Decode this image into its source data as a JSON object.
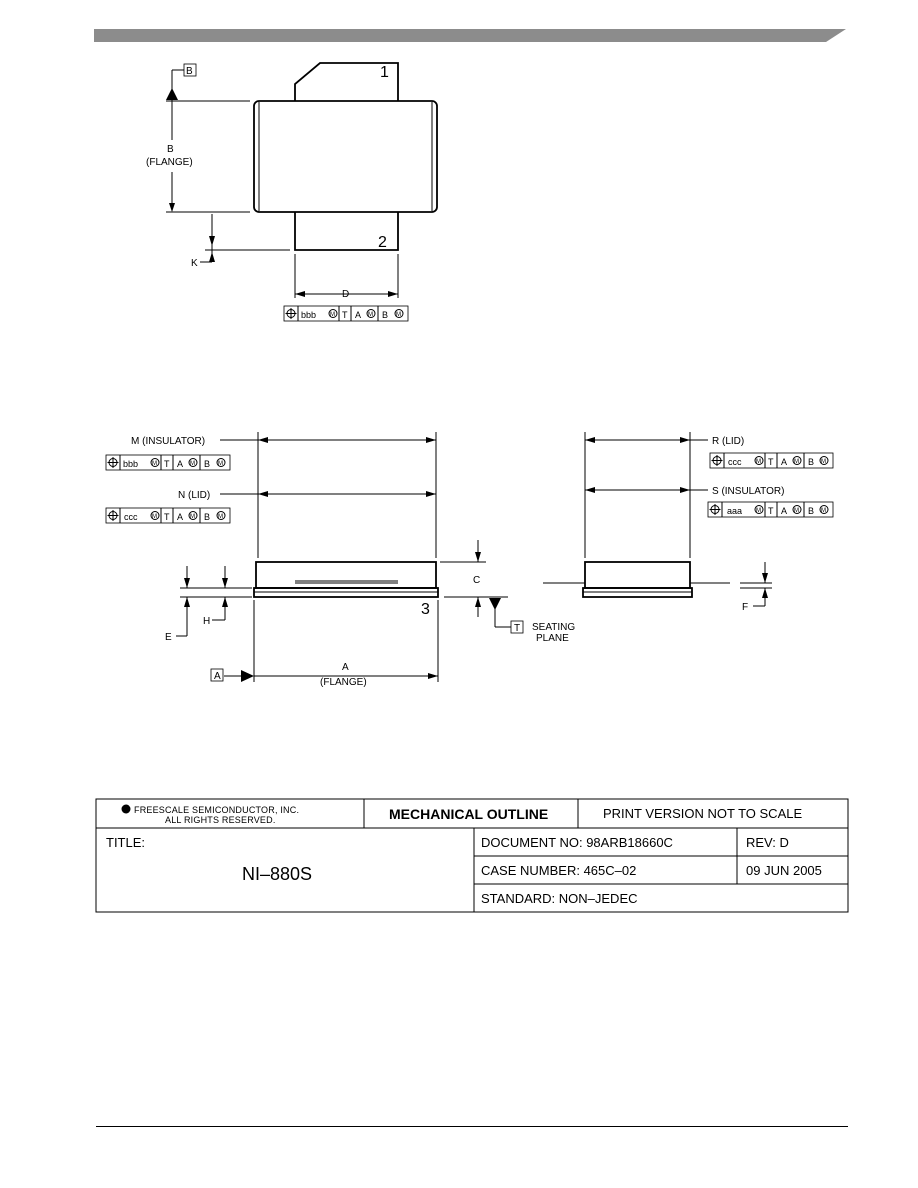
{
  "views": {
    "top": {
      "datum_b": "B",
      "dim_b": "B",
      "dim_b_sub": "(FLANGE)",
      "pin1": "1",
      "pin2": "2",
      "dim_k": "K",
      "dim_d": "D",
      "fcf": [
        "bbb",
        "T",
        "A",
        "B"
      ]
    },
    "front": {
      "dim_m": "M (INSULATOR)",
      "fcf_m": [
        "bbb",
        "T",
        "A",
        "B"
      ],
      "dim_n": "N (LID)",
      "fcf_n": [
        "ccc",
        "T",
        "A",
        "B"
      ],
      "dim_c": "C",
      "dim_h": "H",
      "dim_e": "E",
      "pin3": "3",
      "datum_t": "T",
      "seating_1": "SEATING",
      "seating_2": "PLANE",
      "datum_a": "A",
      "dim_a": "A",
      "dim_a_sub": "(FLANGE)"
    },
    "side": {
      "dim_r": "R (LID)",
      "fcf_r": [
        "ccc",
        "T",
        "A",
        "B"
      ],
      "dim_s": "S (INSULATOR)",
      "fcf_s": [
        "aaa",
        "T",
        "A",
        "B"
      ],
      "dim_f": "F"
    }
  },
  "title_block": {
    "copyright_line1": "FREESCALE SEMICONDUCTOR, INC.",
    "copyright_line2": "ALL RIGHTS RESERVED.",
    "heading": "MECHANICAL OUTLINE",
    "print_version": "PRINT VERSION NOT TO SCALE",
    "title_label": "TITLE:",
    "title": "NI–880S",
    "document_no": "DOCUMENT NO: 98ARB18660C",
    "rev": "REV: D",
    "case_number": "CASE NUMBER: 465C–02",
    "date": "09 JUN 2005",
    "standard": "STANDARD: NON–JEDEC"
  }
}
